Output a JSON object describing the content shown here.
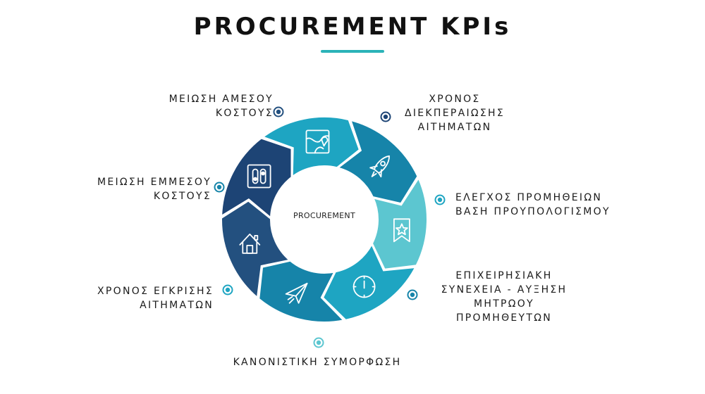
{
  "title": "PROCUREMENT KPIs",
  "center_label": "PROCUREMENT",
  "colors": {
    "accent": "#2bb3b8",
    "dark_navy": "#23507f",
    "navy": "#1d4475",
    "mid_blue": "#1684a9",
    "teal": "#1ea5c2",
    "light_teal": "#5cc6d0"
  },
  "segments": [
    {
      "label": "ΜΕΙΩΣΗ ΑΜΕΣΟΥ\nΚΟΣΤΟΥΣ",
      "icon": "house-icon",
      "color": "#23507f"
    },
    {
      "label": "ΧΡΟΝΟΣ\nΔΙΕΚΠΕΡΑΙΩΣΗΣ\nΑΙΤΗΜΑΤΩΝ",
      "icon": "switch-icon",
      "color": "#1d4475"
    },
    {
      "label": "ΕΛΕΓΧΟΣ ΠΡΟΜΗΘΕΙΩΝ\nΒΑΣΗ ΠΡΟΥΠΟΛΟΓΙΣΜΟΥ",
      "icon": "map-icon",
      "color": "#1ea5c2"
    },
    {
      "label": "ΕΠΙΧΕΙΡΗΣΙΑΚΗ\nΣΥΝΕΧΕΙΑ - ΑΥΞΗΣΗ\nΜΗΤΡΩΟΥ\nΠΡΟΜΗΘΕΥΤΩΝ",
      "icon": "rocket-icon",
      "color": "#1684a9"
    },
    {
      "label": "ΚΑΝΟΝΙΣΤΙΚΗ ΣΥΜΟΡΦΩΣΗ",
      "icon": "bookmark-star-icon",
      "color": "#5cc6d0"
    },
    {
      "label": "ΧΡΟΝΟΣ ΕΓΚΡΙΣΗΣ\nΑΙΤΗΜΑΤΩΝ",
      "icon": "clock-icon",
      "color": "#1ea5c2"
    },
    {
      "label": "ΜΕΙΩΣΗ ΕΜΜΕΣΟΥ\nΚΟΣΤΟΥΣ",
      "icon": "paper-plane-icon",
      "color": "#1684a9"
    }
  ]
}
